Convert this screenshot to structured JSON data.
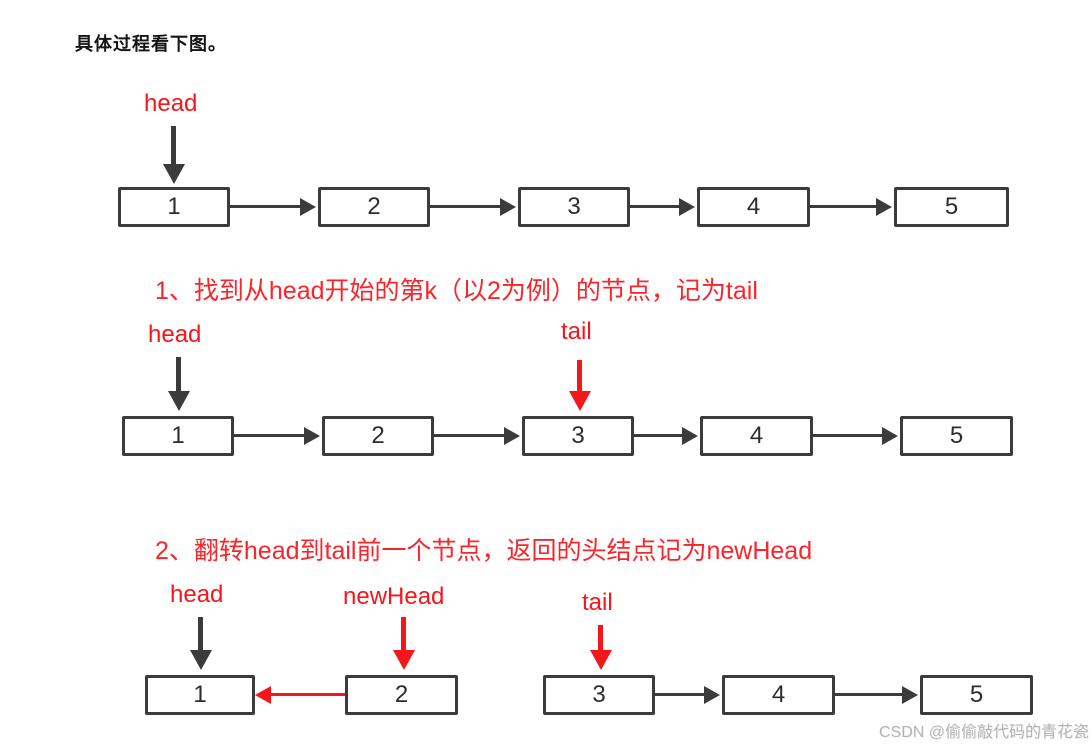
{
  "heading": "具体过程看下图。",
  "colors": {
    "red": "#f5161c",
    "dark": "#3b3b3b",
    "watermark_gray": "#b4b4b4"
  },
  "diagram1": {
    "head_label": "head",
    "nodes": [
      "1",
      "2",
      "3",
      "4",
      "5"
    ]
  },
  "caption1": "1、找到从head开始的第k（以2为例）的节点，记为tail",
  "diagram2": {
    "head_label": "head",
    "tail_label": "tail",
    "nodes": [
      "1",
      "2",
      "3",
      "4",
      "5"
    ]
  },
  "caption2": "2、翻转head到tail前一个节点，返回的头结点记为newHead",
  "diagram3": {
    "head_label": "head",
    "newhead_label": "newHead",
    "tail_label": "tail",
    "reversed_nodes": [
      "1",
      "2"
    ],
    "forward_nodes": [
      "3",
      "4",
      "5"
    ]
  },
  "watermark": "CSDN @偷偷敲代码的青花瓷"
}
